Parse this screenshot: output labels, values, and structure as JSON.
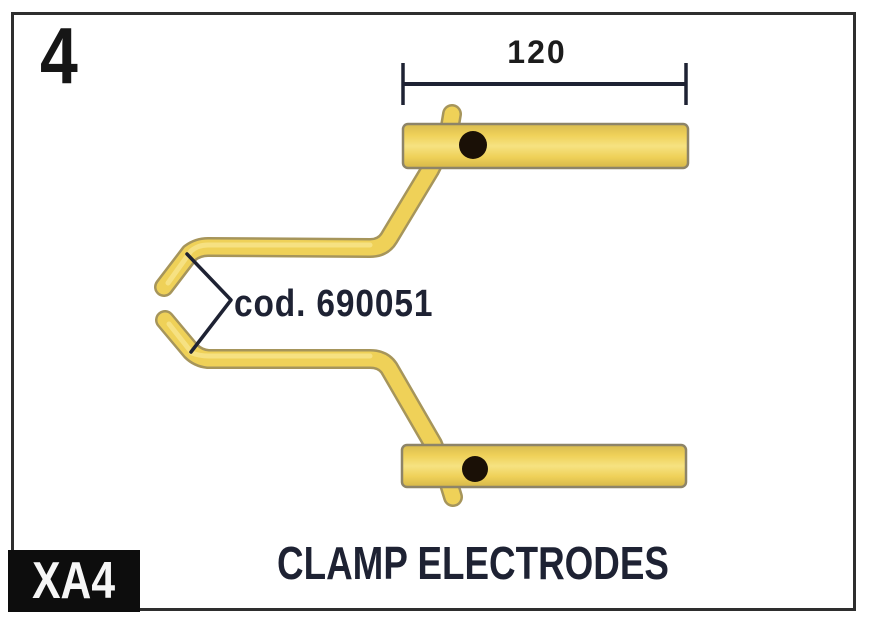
{
  "figure": {
    "index": "4",
    "dimension_label": "120",
    "part_code_label": "cod. 690051",
    "caption": "CLAMP ELECTRODES",
    "model_code": "XA4"
  },
  "illustration": {
    "description": "two mirrored bent clamp electrodes with flat mounting bars",
    "electrode_count": 2
  },
  "colors": {
    "frame-border": "#2E2E2E",
    "electrode-fill": "#EFD158",
    "electrode-light": "#F7E489",
    "electrode-outline": "#A6955B",
    "bar-stroke": "#8D8468",
    "hole": "#1A1006",
    "ink": "#1E2233",
    "badge-bg": "#0D0D0D",
    "badge-text": "#F6F6F6"
  }
}
